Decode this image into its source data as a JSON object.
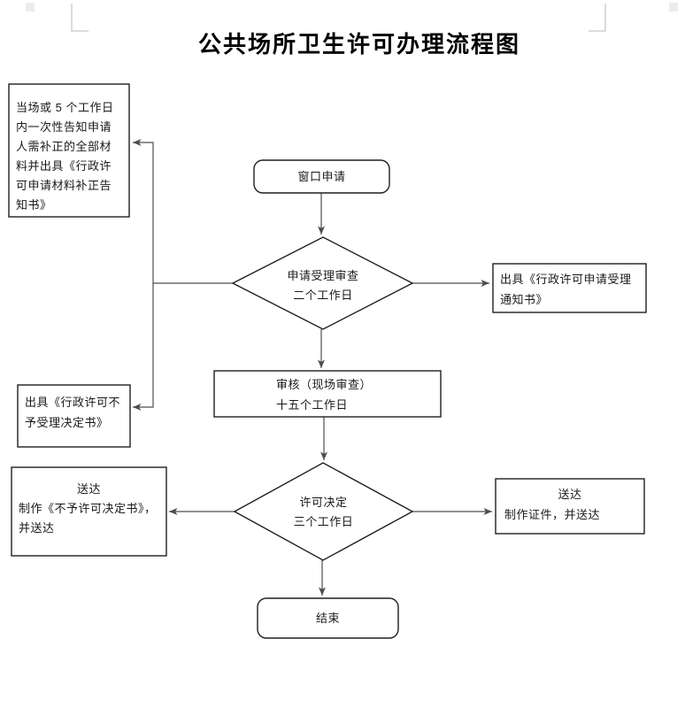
{
  "title": "公共场所卫生许可办理流程图",
  "colors": {
    "shape_border": "#1f1f1f",
    "connector": "#4d4d4d",
    "text": "#1a1a1a"
  },
  "flowchart": {
    "nodes": {
      "notify_correction": {
        "text": "当场或 5 个工作日内一次性告知申请人需补正的全部材料并出具《行政许可申请材料补正告知书》"
      },
      "window_application": {
        "label": "窗口申请"
      },
      "acceptance_review": {
        "title": "申请受理审查",
        "duration": "二个工作日"
      },
      "acceptance_notice": {
        "text": "出具《行政许可申请受理通知书》"
      },
      "site_review": {
        "title": "审核（现场审查）",
        "duration": "十五个工作日"
      },
      "rejection_decision": {
        "text": "出具《行政许可不予受理决定书》"
      },
      "license_decision": {
        "title": "许可决定",
        "duration": "三个工作日"
      },
      "deliver_rejection": {
        "title": "送达",
        "detail": "制作《不予许可决定书》，并送达"
      },
      "deliver_certificate": {
        "title": "送达",
        "detail": "制作证件，并送达"
      },
      "end": {
        "label": "结束"
      }
    }
  }
}
